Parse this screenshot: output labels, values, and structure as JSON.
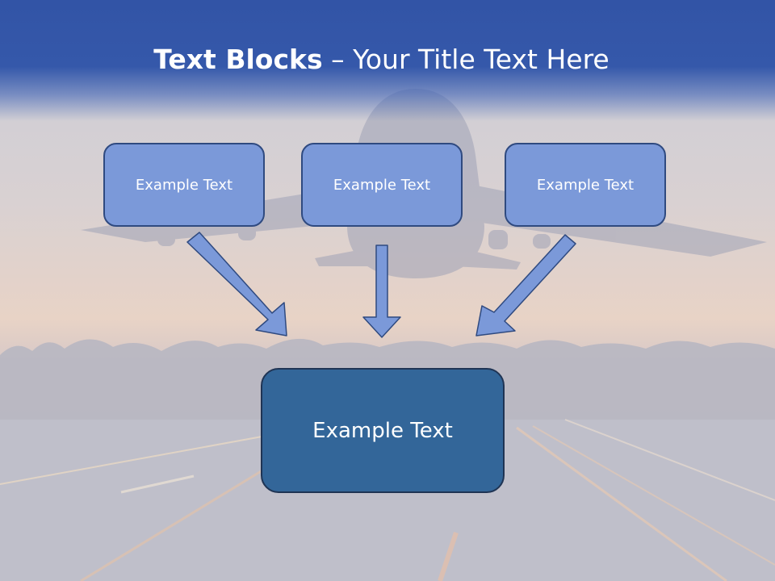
{
  "slide": {
    "title_bold": "Text Blocks",
    "title_rest": " – Your Title Text Here",
    "top_boxes": [
      {
        "label": "Example Text"
      },
      {
        "label": "Example Text"
      },
      {
        "label": "Example Text"
      }
    ],
    "bottom_box": {
      "label": "Example Text"
    }
  },
  "colors": {
    "title_bar": "#3254a6",
    "top_box_fill": "#7b99d9",
    "top_box_border": "#2f4a80",
    "bottom_box_fill": "#336699",
    "arrow_fill": "#7b99d9"
  }
}
